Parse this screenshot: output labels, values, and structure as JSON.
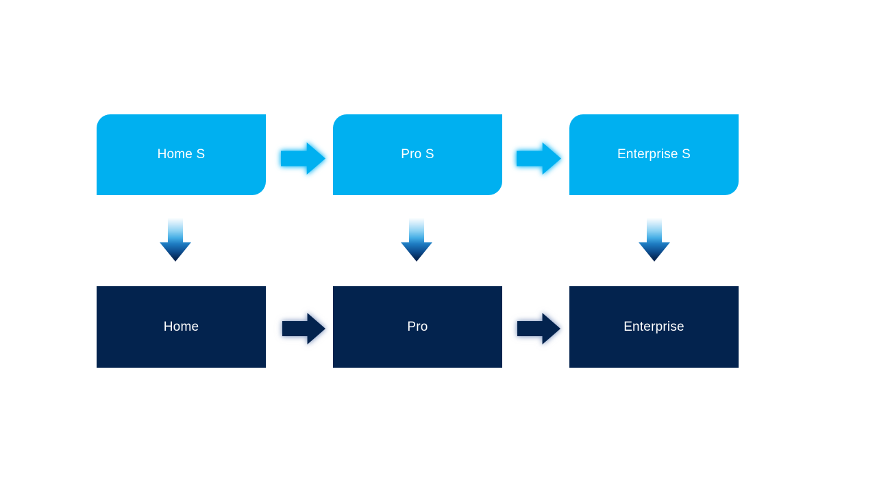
{
  "diagram": {
    "top_row": [
      {
        "label": "Home S"
      },
      {
        "label": "Pro S"
      },
      {
        "label": "Enterprise S"
      }
    ],
    "bottom_row": [
      {
        "label": "Home"
      },
      {
        "label": "Pro"
      },
      {
        "label": "Enterprise"
      }
    ],
    "colors": {
      "background": "#FFFFFF",
      "top_box_fill": "#00B0F0",
      "bottom_box_fill": "#03234E",
      "label_text": "#FFFFFF",
      "top_arrow_fill": "#00B0F0",
      "top_arrow_glow": "#7FD9F8",
      "bottom_arrow_fill": "#03234E",
      "bottom_arrow_glow": "#9FB0CC",
      "down_arrow_gradient_top": "#FFFFFF",
      "down_arrow_gradient_mid": "#45AEE5",
      "down_arrow_gradient_bottom": "#03234E"
    }
  }
}
